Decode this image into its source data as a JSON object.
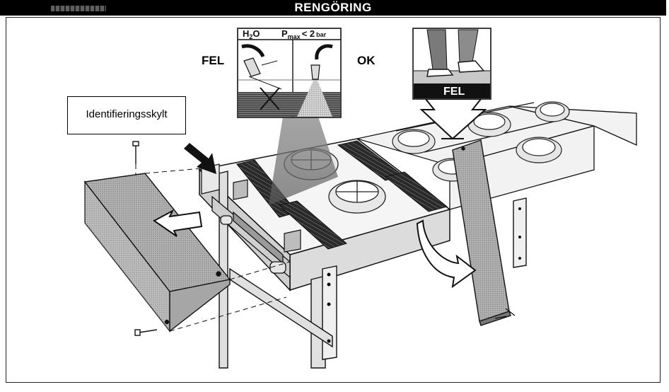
{
  "header": {
    "title": "RENGÖRING"
  },
  "labels": {
    "fel_left": "FEL",
    "ok": "OK",
    "fel_right": "FEL",
    "identification_plate": "Identifieringsskylt"
  },
  "spray_inset": {
    "medium": "H",
    "medium_sub": "2",
    "medium_tail": "O",
    "pressure_symbol": "P",
    "pressure_sub": "max",
    "pressure_rule": "< 2",
    "pressure_unit": "bar"
  },
  "colors": {
    "title_bg": "#000000",
    "title_text": "#ffffff",
    "line": "#111111",
    "panel_fill": "#9a9a9a",
    "mesh": "#3a3a3a"
  }
}
